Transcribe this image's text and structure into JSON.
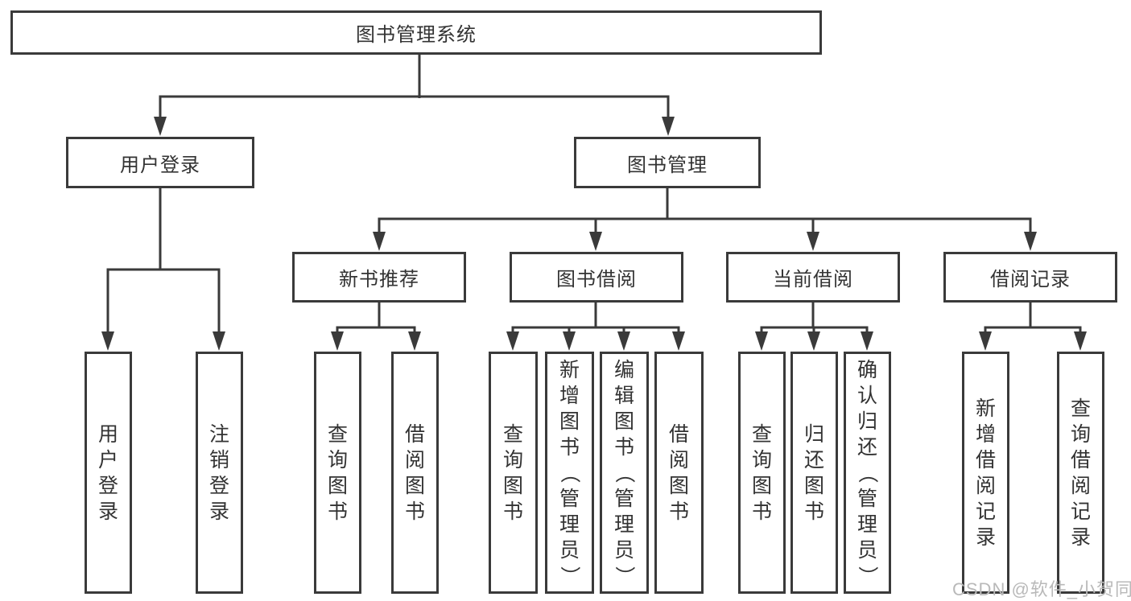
{
  "diagram": {
    "title": "图书管理系统",
    "level2": {
      "user_login": "用户登录",
      "book_management": "图书管理"
    },
    "level3": {
      "new_book": "新书推荐",
      "book_borrow": "图书借阅",
      "current_borrow": "当前借阅",
      "borrow_record": "借阅记录"
    },
    "leaves": {
      "user_login": [
        "用户登录",
        "注销登录"
      ],
      "new_book": [
        "查询图书",
        "借阅图书"
      ],
      "book_borrow": [
        "查询图书",
        "新增图书（管理员）",
        "编辑图书（管理员）",
        "借阅图书"
      ],
      "current_borrow": [
        "查询图书",
        "归还图书",
        "确认归还（管理员）"
      ],
      "borrow_record": [
        "新增借阅记录",
        "查询借阅记录"
      ]
    },
    "watermark": "CSDN @软件_小贺同学",
    "colors": {
      "line": "#3a3a3a",
      "text": "#333333",
      "watermark": "#b9b9b9",
      "background": "#ffffff"
    }
  }
}
